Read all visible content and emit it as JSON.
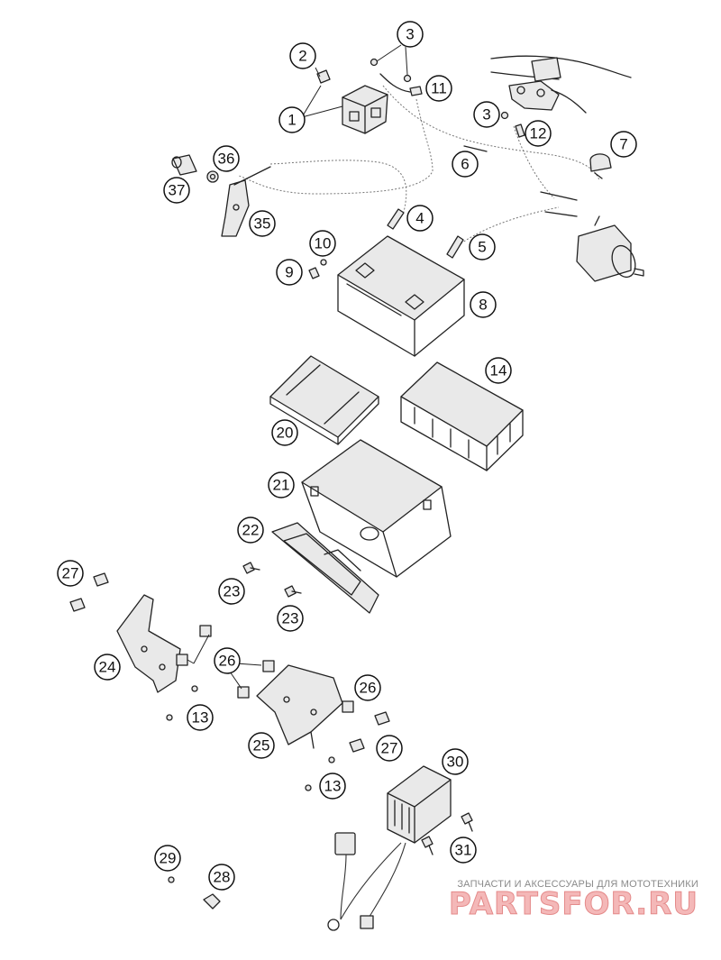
{
  "callouts": {
    "c1": "1",
    "c2": "2",
    "c3a": "3",
    "c3b": "3",
    "c4": "4",
    "c5": "5",
    "c6": "6",
    "c7": "7",
    "c8": "8",
    "c9": "9",
    "c10": "10",
    "c11": "11",
    "c12": "12",
    "c13a": "13",
    "c13b": "13",
    "c14": "14",
    "c20": "20",
    "c21": "21",
    "c22": "22",
    "c23a": "23",
    "c23b": "23",
    "c24": "24",
    "c25": "25",
    "c26a": "26",
    "c26b": "26",
    "c27a": "27",
    "c27b": "27",
    "c28": "28",
    "c29": "29",
    "c30": "30",
    "c31": "31",
    "c35": "35",
    "c36": "36",
    "c37": "37"
  },
  "watermark": {
    "subtitle": "ЗАПЧАСТИ И АКСЕССУАРЫ ДЛЯ МОТОТЕХНИКИ",
    "logo": "PARTSFOR.RU"
  },
  "colors": {
    "ink": "#222222",
    "watermark": "#e48a8a"
  }
}
